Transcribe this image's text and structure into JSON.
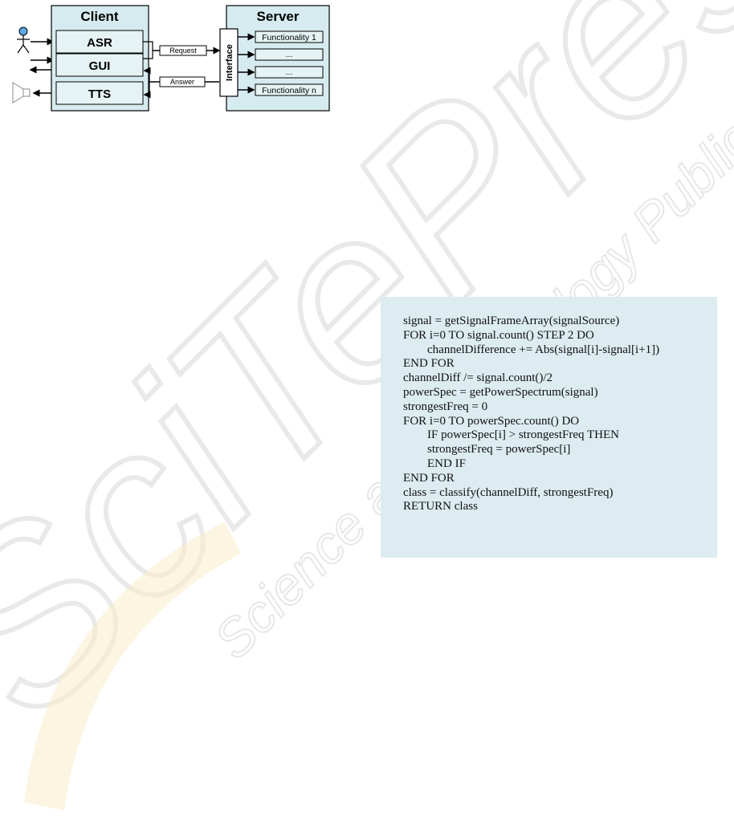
{
  "diagram": {
    "client_title": "Client",
    "server_title": "Server",
    "client_modules": [
      "ASR",
      "GUI",
      "TTS"
    ],
    "request_label": "Request",
    "answer_label": "Answer",
    "interface_label": "Interface",
    "functionalities": [
      "Functionality 1",
      "...",
      "...",
      "Functionality n"
    ],
    "colors": {
      "box_fill": "#d6ebef",
      "inner_fill": "#e6f3f5",
      "user_icon": "#5aa9e6"
    }
  },
  "code": {
    "background": "#dcecf0",
    "lines": [
      {
        "text": "signal = getSignalFrameArray(signalSource)",
        "indent": 0
      },
      {
        "text": "FOR i=0 TO signal.count() STEP 2 DO",
        "indent": 0
      },
      {
        "text": "channelDifference += Abs(signal[i]-signal[i+1])",
        "indent": 1
      },
      {
        "text": "END FOR",
        "indent": 0
      },
      {
        "text": "channelDiff /= signal.count()/2",
        "indent": 0
      },
      {
        "text": "powerSpec = getPowerSpectrum(signal)",
        "indent": 0
      },
      {
        "text": "strongestFreq = 0",
        "indent": 0
      },
      {
        "text": "FOR i=0 TO powerSpec.count() DO",
        "indent": 0
      },
      {
        "text": "IF powerSpec[i] > strongestFreq THEN",
        "indent": 1
      },
      {
        "text": "strongestFreq = powerSpec[i]",
        "indent": 1
      },
      {
        "text": "END IF",
        "indent": 1
      },
      {
        "text": "END FOR",
        "indent": 0
      },
      {
        "text": "class = classify(channelDiff, strongestFreq)",
        "indent": 0
      },
      {
        "text": "RETURN class",
        "indent": 0
      }
    ]
  },
  "watermark": {
    "main": "SciTePress",
    "sub": "Science and Technology Publications",
    "colors": {
      "main": "#e6e6e6",
      "accent": "#f8ecc8"
    }
  }
}
